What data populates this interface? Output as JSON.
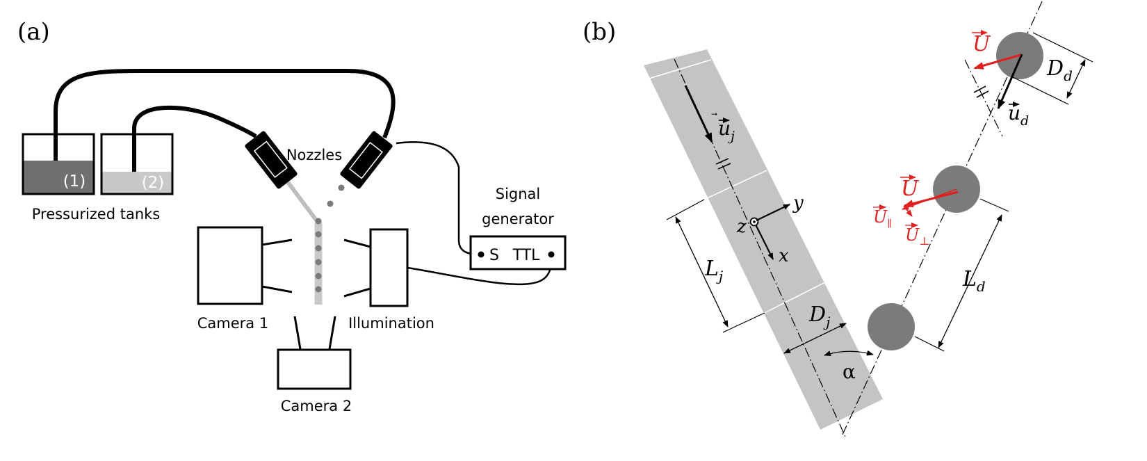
{
  "panel_a": {
    "label": "(a)",
    "tank1_label": "(1)",
    "tank2_label": "(2)",
    "tanks_caption": "Pressurized tanks",
    "nozzles_label": "Nozzles",
    "signal_generator_line1": "Signal",
    "signal_generator_line2": "generator",
    "sg_port_s": "S",
    "sg_port_ttl": "TTL",
    "camera1_label": "Camera 1",
    "camera2_label": "Camera 2",
    "illumination_label": "Illumination"
  },
  "panel_b": {
    "label": "(b)",
    "uj_base": "u",
    "uj_sub": "j",
    "ud_base": "u",
    "ud_sub": "d",
    "U_label": "U",
    "U_label_2": "U",
    "U_par_base": "U",
    "U_par_sub": "∥",
    "U_perp_base": "U",
    "U_perp_sub": "⊥",
    "axis_x": "x",
    "axis_y": "y",
    "axis_z": "z",
    "Lj_base": "L",
    "Lj_sub": "j",
    "Dj_base": "D",
    "Dj_sub": "j",
    "Dd_base": "D",
    "Dd_sub": "d",
    "Ld_base": "L",
    "Ld_sub": "d",
    "alpha": "α"
  },
  "colors": {
    "jet_fill": "#c4c4c4",
    "droplet_fill": "#7b7b7b",
    "tank1_liquid": "#707070",
    "tank2_liquid": "#c8c8c8",
    "stream_right": "#7a7a7a",
    "stream_left": "#bdbdbd",
    "accent_red": "#e02020",
    "line": "#000000"
  },
  "icons": {
    "dimension": "double-headed-arrow",
    "equal_length_mark": "double-tick",
    "origin": "circled-dot"
  }
}
